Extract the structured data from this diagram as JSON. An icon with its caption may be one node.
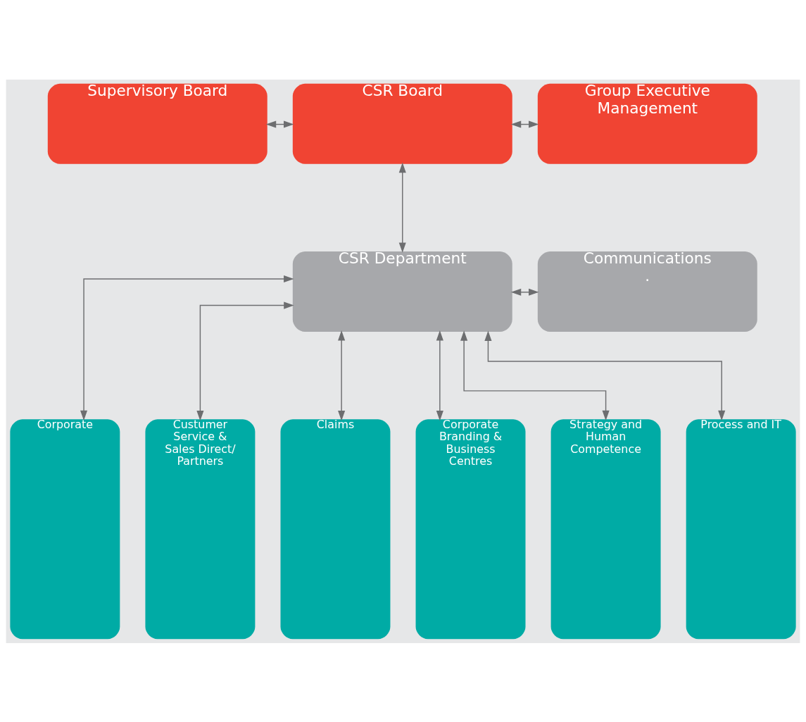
{
  "diagram": {
    "nodes": [
      {
        "text": [
          "Supervisory Board"
        ]
      },
      {
        "text": [
          "CSR Board"
        ]
      },
      {
        "text": [
          "Group Executive Management"
        ]
      },
      {
        "text": [
          "CSR Department"
        ]
      },
      {
        "text": [
          "Communications",
          "."
        ]
      },
      {
        "text": [
          "Corporate"
        ]
      },
      {
        "text": [
          "Custumer Service & Sales Direct/ Partners"
        ]
      },
      {
        "text": [
          "Claims"
        ]
      },
      {
        "text": [
          "Corporate Branding & Business Centres"
        ]
      },
      {
        "text": [
          "Strategy and Human Competence"
        ]
      },
      {
        "text": [
          "Process and IT"
        ]
      }
    ],
    "edges": [
      {
        "from": 0,
        "to": 1,
        "arrow": "both"
      },
      {
        "from": 1,
        "to": 2,
        "arrow": "both"
      },
      {
        "from": 1,
        "to": 3,
        "arrow": "both"
      },
      {
        "from": 3,
        "to": 4,
        "arrow": "both"
      },
      {
        "from": 3,
        "to": 5,
        "arrow": "both"
      },
      {
        "from": 3,
        "to": 6,
        "arrow": "both"
      },
      {
        "from": 3,
        "to": 7,
        "arrow": "both"
      },
      {
        "from": 3,
        "to": 8,
        "arrow": "both"
      },
      {
        "from": 3,
        "to": 9,
        "arrow": "both"
      },
      {
        "from": 3,
        "to": 10,
        "arrow": "both"
      }
    ]
  }
}
